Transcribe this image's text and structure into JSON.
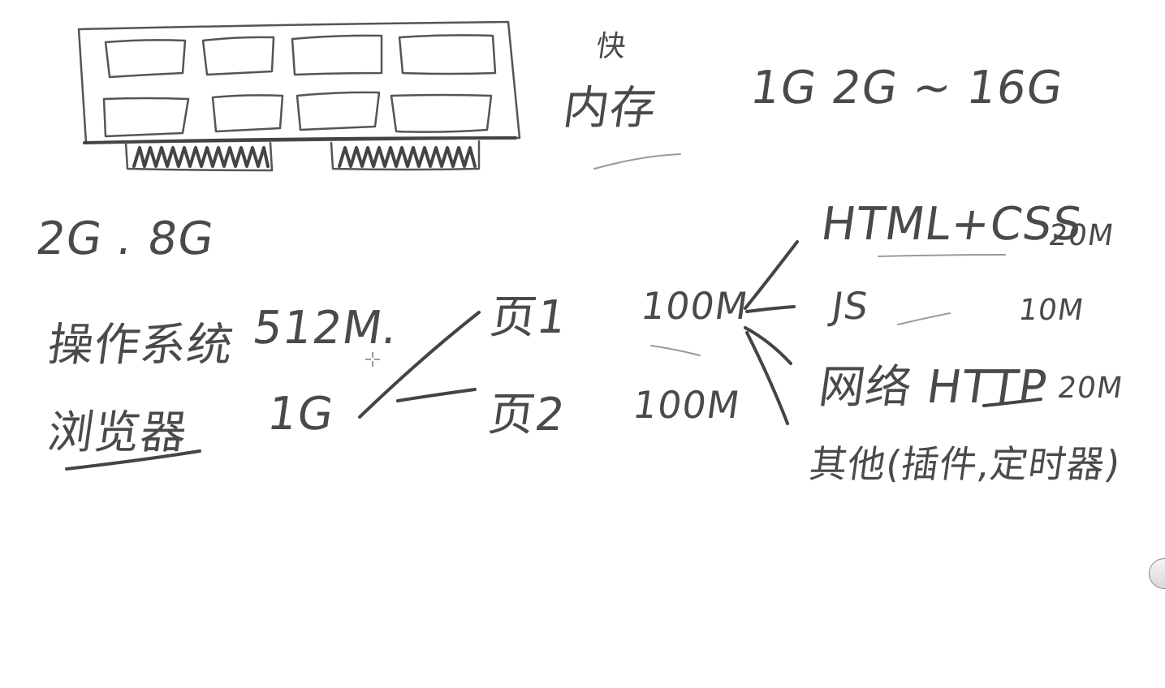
{
  "memory_heading": {
    "fast_label": "快",
    "title": "内存",
    "range": "1G  2G ~ 16G"
  },
  "capacity": "2G . 8G",
  "allocation": {
    "os_label": "操作系统",
    "os_size": "512M.",
    "browser_label": "浏览器",
    "browser_size": "1G"
  },
  "pages": [
    {
      "label": "页1",
      "size": "100M"
    },
    {
      "label": "页2",
      "size": "100M"
    }
  ],
  "page_parts": [
    {
      "label": "HTML+CSS",
      "size": "20M"
    },
    {
      "label": "JS",
      "size": "10M"
    },
    {
      "label": "网络 HTTP",
      "size": "20M"
    },
    {
      "label": "其他(插件,定时器)",
      "size": ""
    }
  ],
  "icons": {
    "cursor": "crosshair-cursor-icon",
    "scroll": "scroll-handle-icon"
  },
  "colors": {
    "ink": "#444444",
    "background": "#ffffff"
  }
}
